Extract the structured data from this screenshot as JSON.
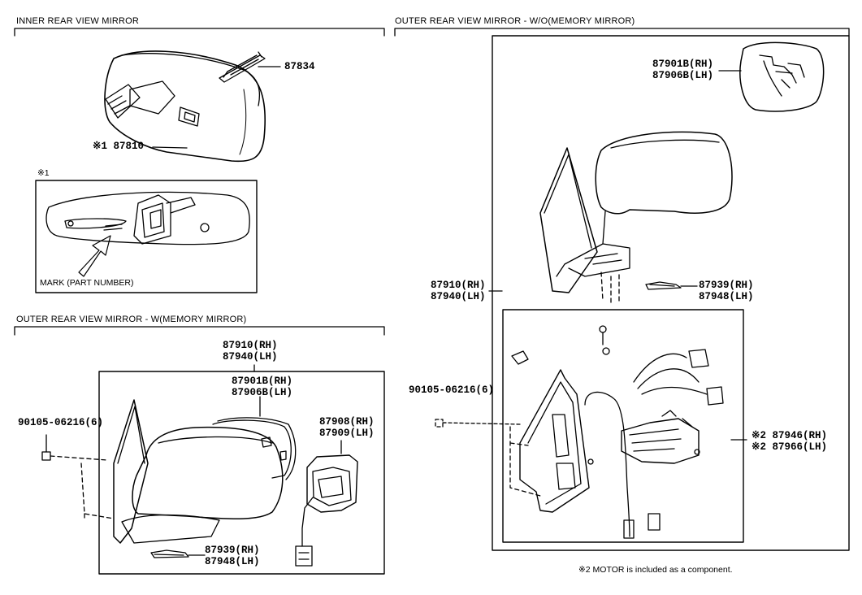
{
  "sections": {
    "inner_title": "INNER REAR VIEW MIRROR",
    "outer_wo_title": "OUTER REAR VIEW MIRROR - W/O(MEMORY MIRROR)",
    "outer_w_title": "OUTER REAR VIEW MIRROR - W(MEMORY MIRROR)"
  },
  "inner": {
    "clip_part": "87834",
    "mirror_part": "※1 87810",
    "detail_mark": "※1",
    "mark_label": "MARK (PART NUMBER)"
  },
  "outer_w": {
    "assy_rh": "87910(RH)",
    "assy_lh": "87940(LH)",
    "glass_rh": "87901B(RH)",
    "glass_lh": "87906B(LH)",
    "motor_rh": "87908(RH)",
    "motor_lh": "87909(LH)",
    "cover_rh": "87939(RH)",
    "cover_lh": "87948(LH)",
    "screw": "90105-06216(6)"
  },
  "outer_wo": {
    "glass_rh": "87901B(RH)",
    "glass_lh": "87906B(LH)",
    "assy_rh": "87910(RH)",
    "assy_lh": "87940(LH)",
    "cover_rh": "87939(RH)",
    "cover_lh": "87948(LH)",
    "screw": "90105-06216(6)",
    "motor_rh": "※2 87946(RH)",
    "motor_lh": "※2 87966(LH)"
  },
  "footnote": "※2 MOTOR is included as a component."
}
